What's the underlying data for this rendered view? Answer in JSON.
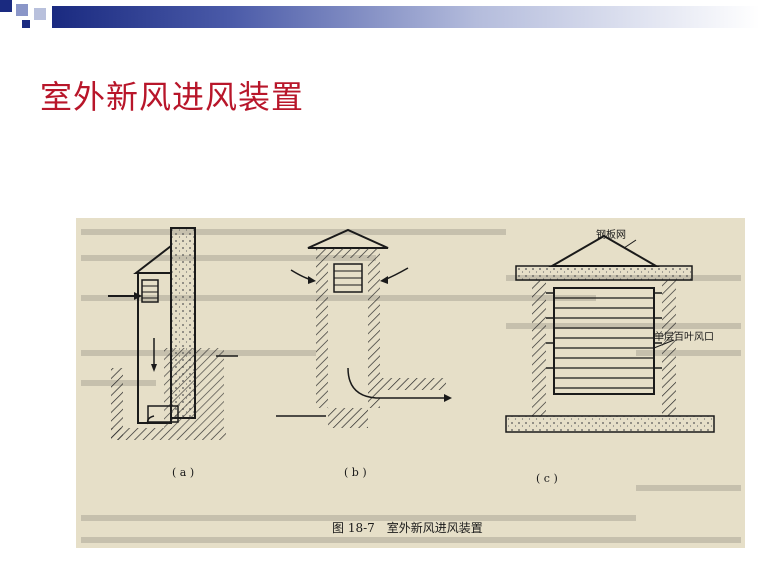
{
  "slide": {
    "title": "室外新风进风装置"
  },
  "figure": {
    "labels": {
      "a": "( a )",
      "b": "( b )",
      "c": "( c )",
      "mesh": "钢板网",
      "louver": "单层百叶风口"
    },
    "caption": "图 18-7　室外新风进风装置"
  },
  "colors": {
    "title": "#b8162a",
    "band_dark": "#1a2a80",
    "paper": "#e6dfc8",
    "ink": "#1a1a1a"
  }
}
